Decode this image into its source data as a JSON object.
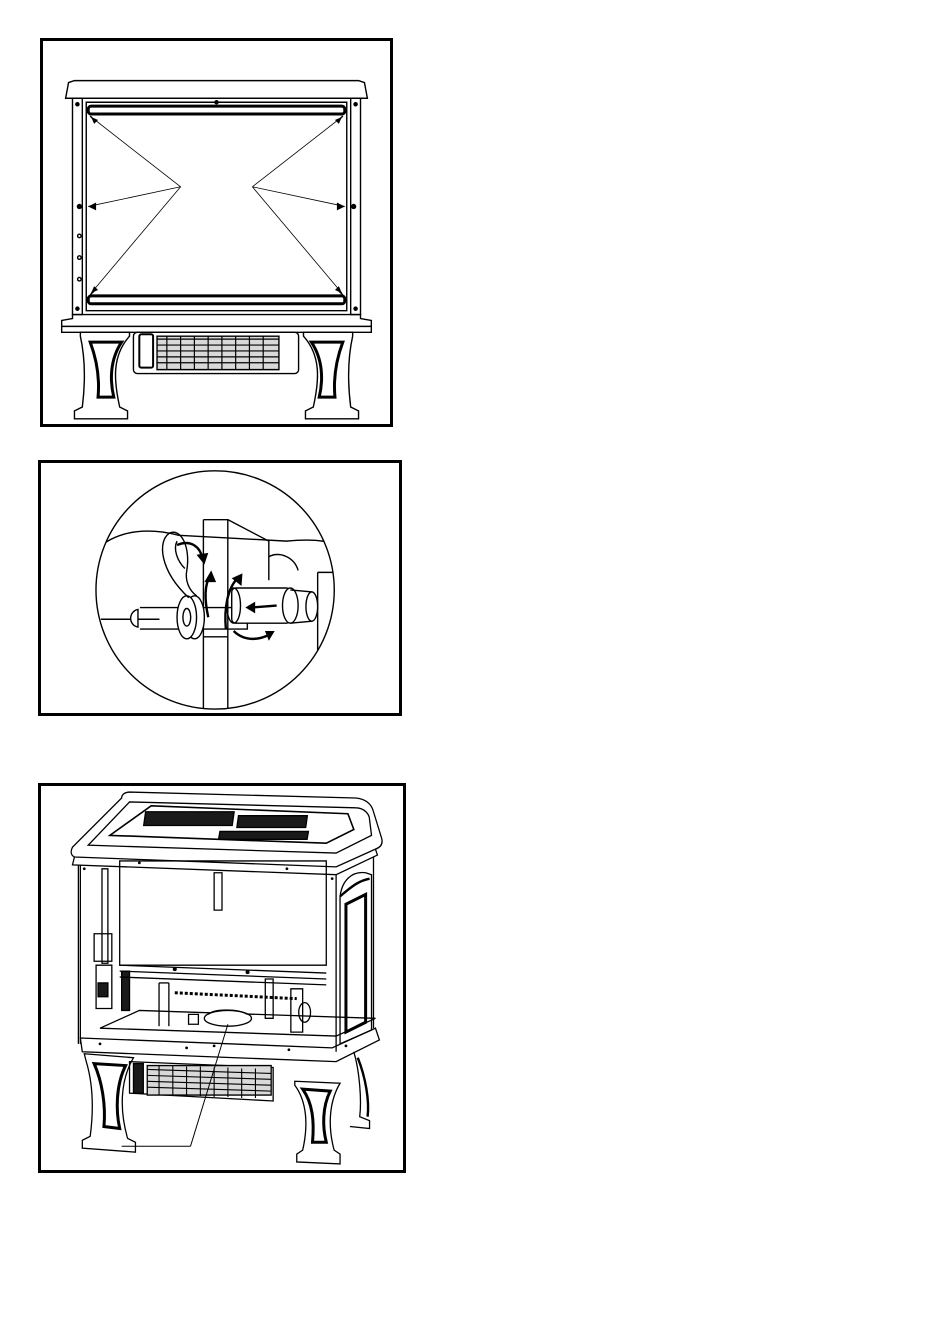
{
  "document": {
    "figures": [
      {
        "id": "front-view",
        "label": "",
        "caption": ""
      },
      {
        "id": "pin-detail",
        "label": "",
        "caption": ""
      },
      {
        "id": "interior-view",
        "label": "",
        "caption": ""
      }
    ],
    "text_blocks": []
  },
  "colors": {
    "line": "#000000",
    "paper": "#ffffff",
    "fill_dark": "#1a1a1a",
    "fill_grey": "#d9d9d9"
  }
}
